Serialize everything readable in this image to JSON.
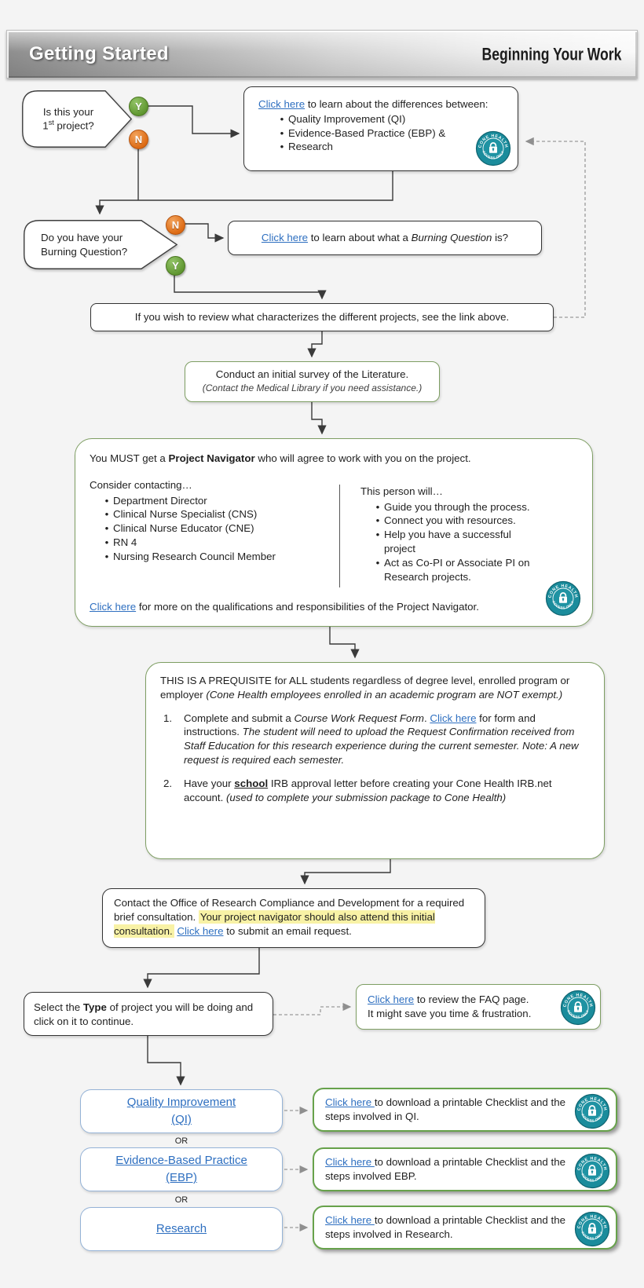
{
  "colors": {
    "accent_teal": "#1b8c9c",
    "link_blue": "#2e6fc0",
    "yes_green": "#5f9630",
    "no_orange": "#dd6b14",
    "highlight_yellow": "#f8f2a6",
    "green_border": "#7e9e63",
    "blue_border": "#95b3d7"
  },
  "header": {
    "left": "Getting Started",
    "right": "Beginning Your Work"
  },
  "badge": {
    "top": "CONE HEALTH",
    "bottom": "ACCESS ONLY"
  },
  "labels": {
    "yes": "Y",
    "no": "N",
    "or": "OR"
  },
  "decision1": {
    "line1": "Is this your",
    "num": "1",
    "sup": "st",
    "line2": " project?"
  },
  "box_differences": {
    "link": "Click here",
    "text": " to learn about the differences between:",
    "bullets": [
      "Quality Improvement (QI)",
      "Evidence-Based Practice (EBP) &",
      "Research"
    ]
  },
  "decision2": {
    "line1": "Do you have your",
    "line2": "Burning Question?"
  },
  "box_burning": {
    "link": "Click here",
    "t1": " to learn about what a ",
    "italic": "Burning Question",
    "t2": " is?"
  },
  "box_review": {
    "text": "If you wish to review what characterizes the different projects, see the link above."
  },
  "box_survey": {
    "line1": "Conduct an initial survey of the Literature.",
    "line2": "(Contact the Medical Library if you need assistance.)"
  },
  "box_navigator": {
    "t1": "You MUST get a ",
    "bold": "Project Navigator",
    "t2": " who will agree to work with you on the project.",
    "left_header": "Consider contacting…",
    "left_items": [
      "Department Director",
      "Clinical Nurse Specialist (CNS)",
      "Clinical Nurse Educator (CNE)",
      "RN 4",
      "Nursing Research Council Member"
    ],
    "right_header": "This person will…",
    "right_items": [
      "Guide you through the process.",
      "Connect you with resources.",
      "Help you have a successful project",
      "Act as Co-PI or Associate PI on Research projects."
    ],
    "footer_link": "Click here",
    "footer_text": " for more on the qualifications and responsibilities of the Project Navigator."
  },
  "box_prerequisite": {
    "p1": "THIS IS A PREQUISITE for ALL students regardless of degree level, enrolled program or employer ",
    "p1_italic": "(Cone Health employees enrolled in an academic program are NOT exempt.)",
    "item1_num": "1.",
    "item1_t1": "Complete and submit a ",
    "item1_i1": "Course Work Request Form",
    "item1_t2": ".  ",
    "item1_link": "Click here",
    "item1_t3": " for form and instructions. ",
    "item1_i2": "The student will need to upload the Request Confirmation received from Staff Education for this research experience during the current semester. Note: A new request is required each semester.",
    "item2_num": "2.",
    "item2_t1": "Have your ",
    "item2_u": "school",
    "item2_t2": " IRB approval letter before creating your Cone Health IRB.net account. ",
    "item2_i1": "(used to complete your submission package to Cone Health)"
  },
  "box_contact": {
    "t1": "Contact the Office of Research Compliance and Development for a required brief consultation. ",
    "highlight": "Your project navigator should also attend this initial consultation.",
    "t2": "  ",
    "link": "Click here",
    "t3": " to submit an email request."
  },
  "box_select": {
    "t1": "Select the ",
    "bold": "Type",
    "t2": " of project you will be doing and click on it to continue."
  },
  "box_faq": {
    "link": "Click here",
    "t1": " to review the FAQ page.",
    "line2": "It might save you time & frustration."
  },
  "options": [
    {
      "line1": "Quality Improvement",
      "line2": "(QI)"
    },
    {
      "line1": "Evidence-Based Practice",
      "line2": "(EBP)"
    },
    {
      "line1": "Research",
      "line2": ""
    }
  ],
  "checklists": [
    {
      "link": "Click here ",
      "text": "to download a printable Checklist and the steps involved in QI."
    },
    {
      "link": "Click here ",
      "text": "to download a printable Checklist and the steps involved EBP."
    },
    {
      "link": "Click here ",
      "text": "to download a printable Checklist and the steps involved in Research."
    }
  ]
}
